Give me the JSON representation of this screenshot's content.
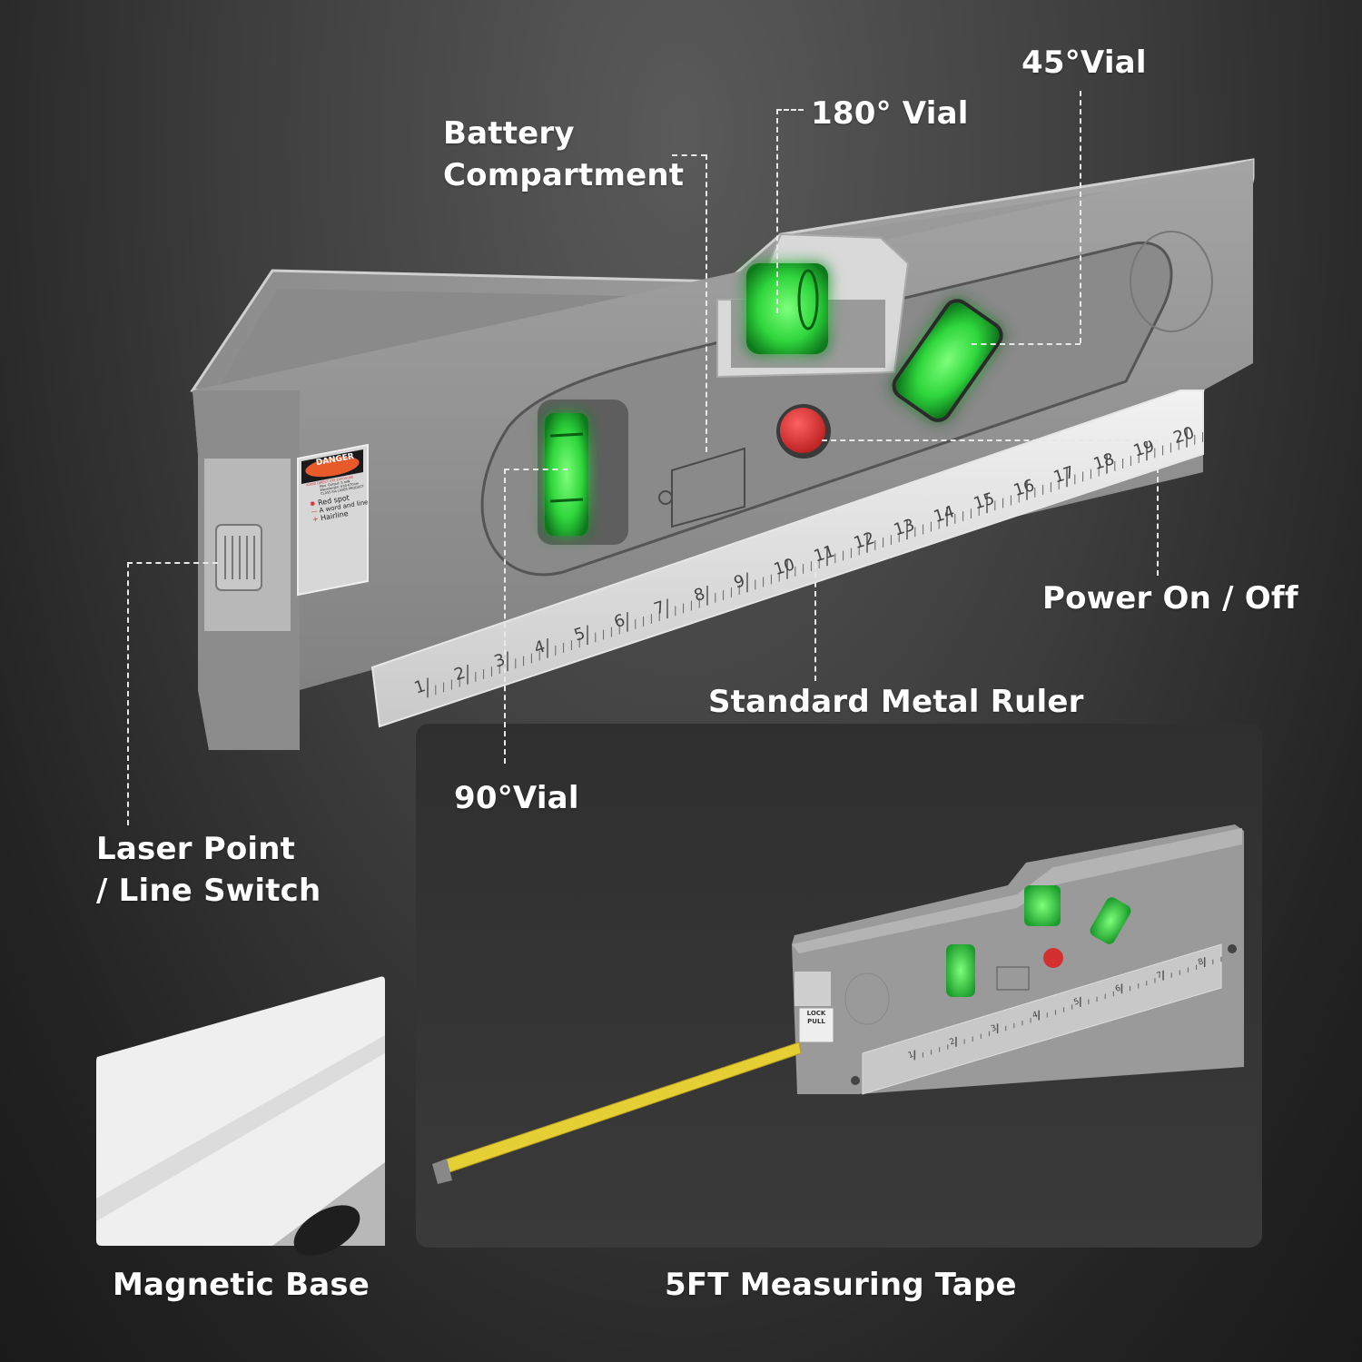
{
  "callouts": {
    "battery_line1": "Battery",
    "battery_line2": "Compartment",
    "vial_180": "180° Vial",
    "vial_45": "45°Vial",
    "power": "Power On / Off",
    "ruler": "Standard Metal Ruler",
    "vial_90": "90°Vial",
    "laser_line1": "Laser Point",
    "laser_line2": "/ Line Switch"
  },
  "danger_label": {
    "title": "DANGER",
    "line1": "LASER LIGHT",
    "line2": "AVOID DIRECT EYE EXPOSURE",
    "line3": "Max. Output: 5 mW",
    "line4": "Wavelength: 630-670nm",
    "line5": "CLASS IIIa LASER PRODUCT",
    "mode1": "Red spot",
    "mode2": "A word and line",
    "mode3": "Hairline"
  },
  "main_ruler_ticks": [
    "1",
    "2",
    "3",
    "4",
    "5",
    "6",
    "7",
    "8",
    "9",
    "10",
    "11",
    "12",
    "13",
    "14",
    "15",
    "16",
    "17",
    "18",
    "19",
    "20"
  ],
  "mini_ruler_ticks": [
    "1",
    "2",
    "3",
    "4",
    "5",
    "6",
    "7",
    "8"
  ],
  "tape_lock": {
    "line1": "LOCK",
    "line2": "PULL"
  },
  "captions": {
    "magnetic_base": "Magnetic Base",
    "measuring_tape": "5FT Measuring Tape"
  },
  "colors": {
    "vial_green": "#38e04a",
    "button_red": "#e03a3a",
    "tape_yellow": "#e8d23a",
    "body_gray": "#8e8e8e"
  }
}
